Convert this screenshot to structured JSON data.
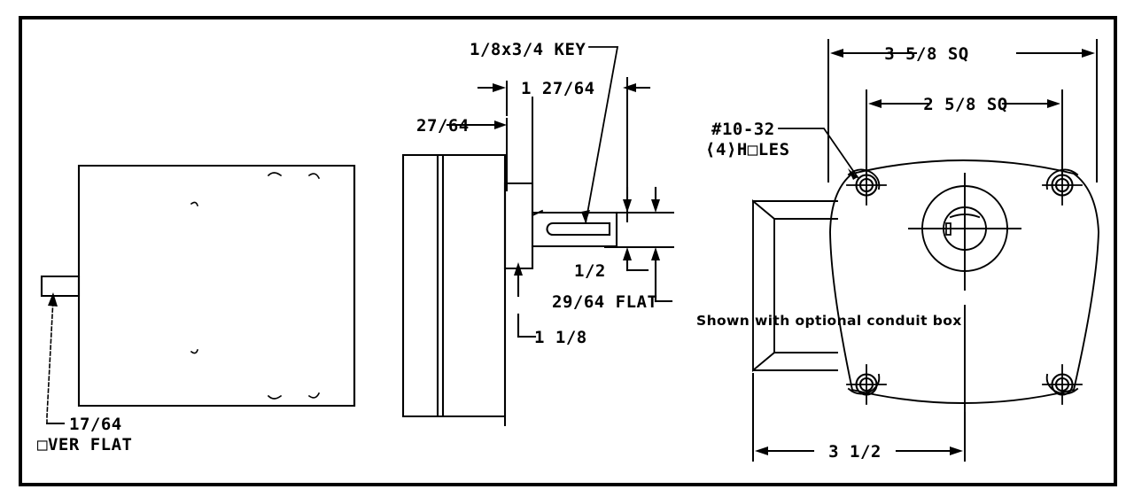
{
  "drawing": {
    "title": "Gearmotor dimensional outline drawing",
    "background_color": "#ffffff",
    "line_color": "#000000",
    "border": {
      "name": "drawing-frame",
      "stroke_width": 4
    },
    "note": {
      "conduit_box": "Shown with optional conduit box"
    },
    "dimensions": {
      "key": "1/8x3/4  KEY",
      "shaft_length": "1  27/64",
      "flange_thickness": "27/64",
      "shaft_diameter": "1/2",
      "flat_dim": "29/64  FLAT",
      "pilot_diameter": "1 1/8",
      "over_flat": "17/64",
      "over_flat_line2": "□VER FLAT",
      "frame_square": "3  5/8  SQ",
      "bolt_circle_square": "2  5/8  SQ",
      "conduit_offset": "3  1/2",
      "hole_thread": "#10-32",
      "hole_count": "⟨4⟩H□LES"
    }
  }
}
